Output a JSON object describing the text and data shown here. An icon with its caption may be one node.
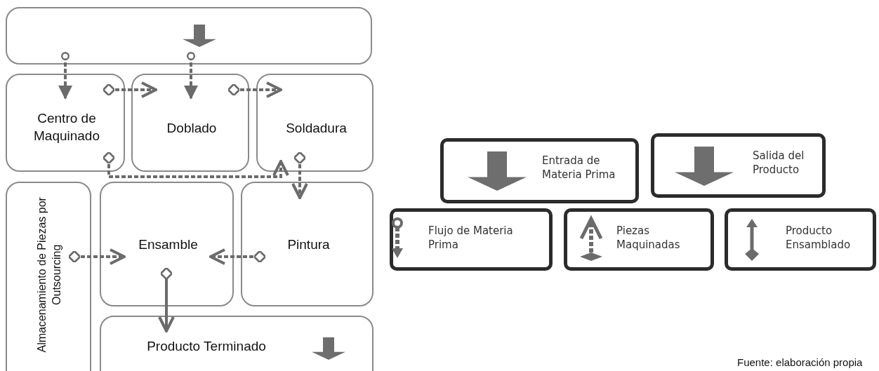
{
  "diagram": {
    "caption": "Fuente: elaboración propia",
    "nodes": [
      {
        "text": [],
        "shape": "box"
      },
      {
        "text": [
          "Centro de Maquinado"
        ]
      },
      {
        "text": [
          "Doblado"
        ]
      },
      {
        "text": [
          "Soldadura"
        ]
      },
      {
        "text": [
          "Almacenamiento de Piezas por Outsourcing"
        ]
      },
      {
        "text": [
          "Ensamble"
        ]
      },
      {
        "text": [
          "Pintura"
        ]
      },
      {
        "text": [
          "Producto Terminado"
        ]
      }
    ],
    "edges": [
      {
        "from": 0,
        "to": 1,
        "arrow": "to",
        "style": "dashed"
      },
      {
        "from": 0,
        "to": 2,
        "arrow": "to",
        "style": "dashed"
      },
      {
        "from": 1,
        "to": 2,
        "arrow": "to",
        "style": "dashed"
      },
      {
        "from": 2,
        "to": 3,
        "arrow": "to",
        "style": "dashed"
      },
      {
        "from": 1,
        "to": 3,
        "arrow": "to",
        "style": "dashed"
      },
      {
        "from": 3,
        "to": 6,
        "arrow": "to",
        "style": "dashed"
      },
      {
        "from": 4,
        "to": 5,
        "arrow": "to",
        "style": "dashed"
      },
      {
        "from": 6,
        "to": 5,
        "arrow": "to",
        "style": "dashed"
      },
      {
        "from": 5,
        "to": 7,
        "arrow": "to"
      }
    ],
    "legend": [
      {
        "text": "Entrada de Materia Prima"
      },
      {
        "text": "Salida del Producto"
      },
      {
        "text": "Flujo de Materia Prima"
      },
      {
        "text": "Piezas Maquinadas"
      },
      {
        "text": "Producto Ensamblado"
      }
    ]
  }
}
